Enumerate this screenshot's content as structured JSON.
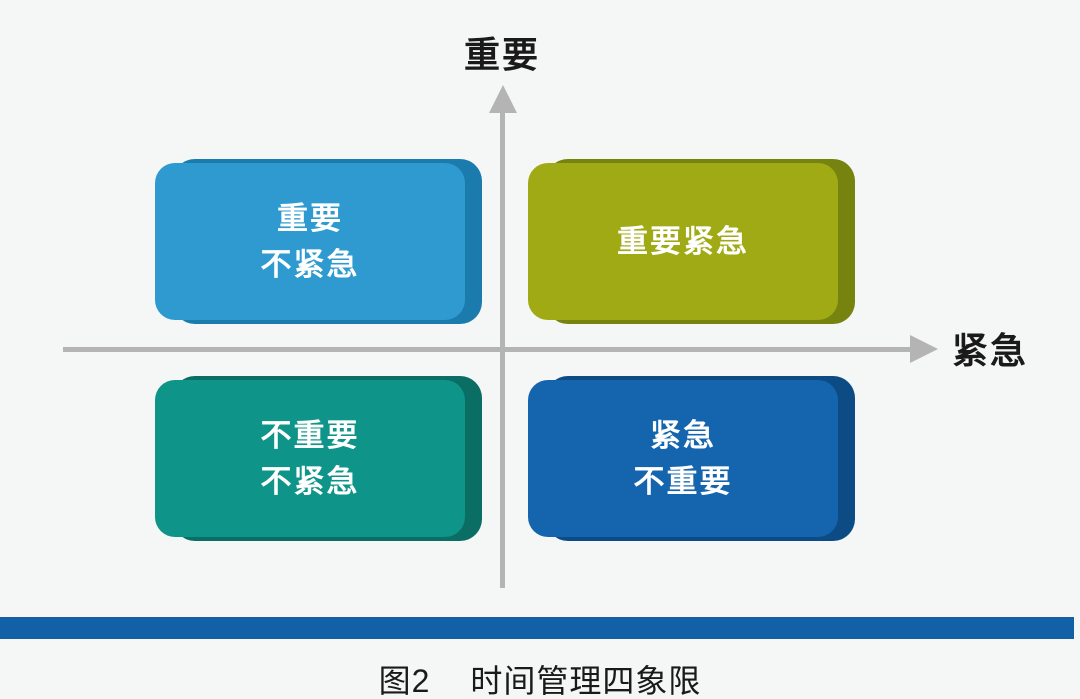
{
  "figure": {
    "y_axis_label": "重要",
    "x_axis_label": "紧急",
    "quadrants": [
      {
        "name": "important-not-urgent",
        "position": "top-left",
        "lines": [
          "重要",
          "不紧急"
        ],
        "color": "#2e9acf",
        "edge_color": "#1b7bad"
      },
      {
        "name": "important-urgent",
        "position": "top-right",
        "lines": [
          "重要紧急"
        ],
        "color": "#a0aa14",
        "edge_color": "#76830f"
      },
      {
        "name": "not-important-not-urgent",
        "position": "bottom-left",
        "lines": [
          "不重要",
          "不紧急"
        ],
        "color": "#0e9488",
        "edge_color": "#0a6e65"
      },
      {
        "name": "urgent-not-important",
        "position": "bottom-right",
        "lines": [
          "紧急",
          "不重要"
        ],
        "color": "#1465ae",
        "edge_color": "#0c4b84"
      }
    ],
    "caption": {
      "prefix": "图2",
      "title": "时间管理四象限"
    },
    "colors": {
      "axis_arrow": "#b4b4b4",
      "divider_bar": "#1261a6",
      "background": "#f5f6f6",
      "quadrant_text": "#ffffff",
      "label_text": "#1a1a1a"
    }
  }
}
